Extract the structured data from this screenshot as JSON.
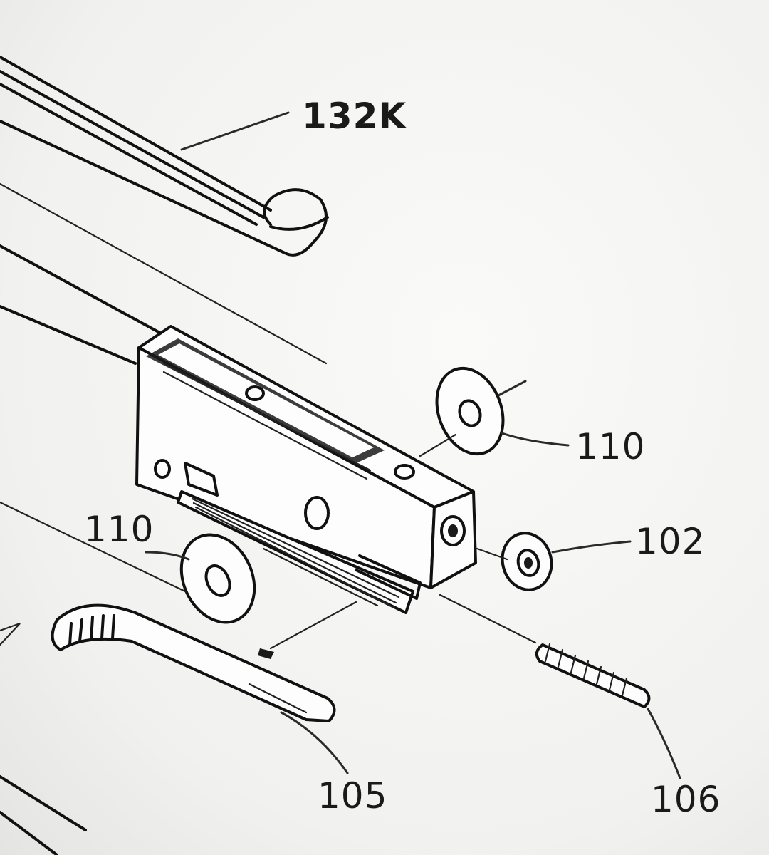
{
  "diagram": {
    "labels": {
      "part_132k": "132K",
      "part_110_upper": "110",
      "part_110_lower": "110",
      "part_102": "102",
      "part_105": "105",
      "part_106": "106"
    }
  }
}
